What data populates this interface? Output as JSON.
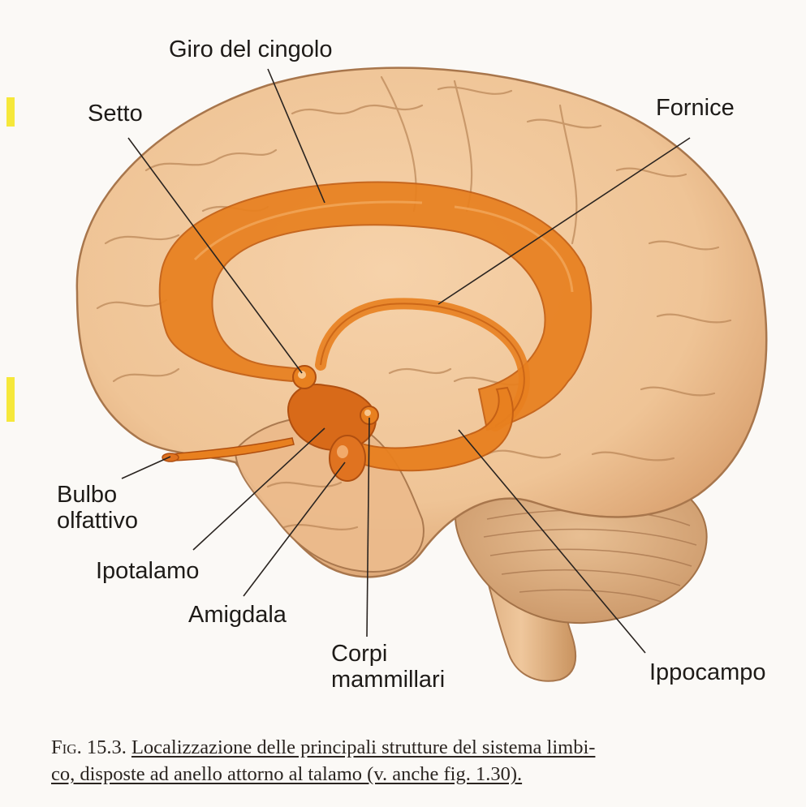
{
  "labels": {
    "giro_del_cingolo": "Giro del cingolo",
    "setto": "Setto",
    "fornice": "Fornice",
    "bulbo_line1": "Bulbo",
    "bulbo_line2": "olfattivo",
    "ipotalamo": "Ipotalamo",
    "amigdala": "Amigdala",
    "corpi_line1": "Corpi",
    "corpi_line2": "mammillari",
    "ippocampo": "Ippocampo"
  },
  "caption": {
    "fig_label": "Fig. 15.3.",
    "line1": "Localizzazione delle principali strutture del sistema limbi-",
    "line2": "co, disposte ad anello attorno al talamo (v. anche fig. 1.30)."
  },
  "colors": {
    "brain_fill": "#efc496",
    "brain_shadow": "#d9a06e",
    "limbic_orange": "#e8801f",
    "limbic_dark": "#c45f14",
    "cerebellum": "#dcae80",
    "highlight_yellow": "#f6e83a"
  }
}
